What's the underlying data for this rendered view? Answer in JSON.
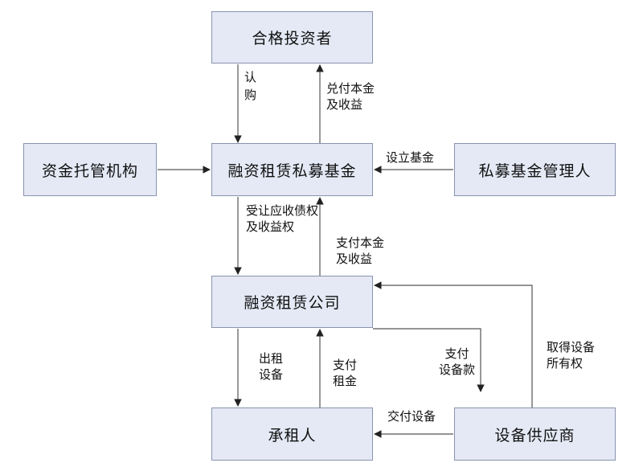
{
  "nodes": {
    "investor": "合格投资者",
    "fund": "融资租赁私募基金",
    "custodian": "资金托管机构",
    "manager": "私募基金管理人",
    "leasing_co": "融资租赁公司",
    "lessee": "承租人",
    "supplier": "设备供应商"
  },
  "edges": {
    "subscribe": [
      "认",
      "购"
    ],
    "repay_investor": [
      "兑付本金",
      "及收益"
    ],
    "establish_fund": "设立基金",
    "transfer_receivables": [
      "受让应收债权",
      "及收益权"
    ],
    "pay_principal": [
      "支付本金",
      "及收益"
    ],
    "lease_equipment": [
      "出租",
      "设备"
    ],
    "pay_rent": [
      "支付",
      "租金"
    ],
    "pay_equipment": [
      "支付",
      "设备款"
    ],
    "ownership": [
      "取得设备",
      "所有权"
    ],
    "deliver_equipment": "交付设备"
  },
  "colors": {
    "box_fill": "#e4e9f5",
    "box_border": "#8a93ad",
    "arrow": "#333333"
  }
}
